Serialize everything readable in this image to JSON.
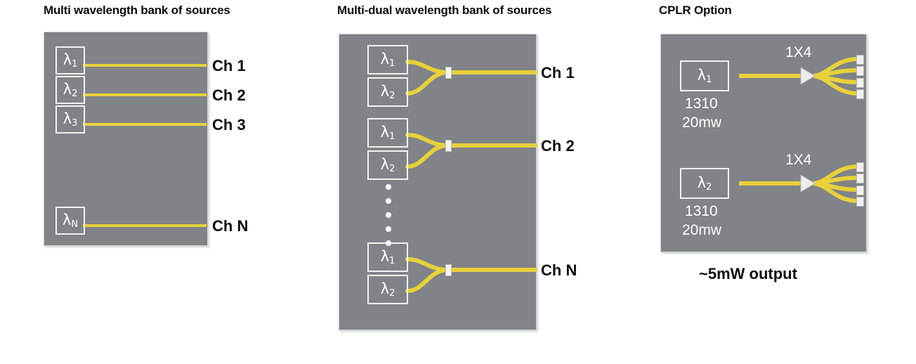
{
  "figure": {
    "background_color": "#ffffff",
    "panel_color": "#808388",
    "fiber_color": "#E8D13A",
    "box_border_color": "#f2f2f2",
    "text_color_dark": "#0b0b0b",
    "text_color_light": "#ffffff"
  },
  "panels": [
    {
      "id": "multi-wavelength",
      "title": "Multi wavelength bank of sources",
      "sources": [
        {
          "lambda": "λ",
          "sub": "1",
          "channel": "Ch 1"
        },
        {
          "lambda": "λ",
          "sub": "2",
          "channel": "Ch 2"
        },
        {
          "lambda": "λ",
          "sub": "3",
          "channel": "Ch 3"
        },
        {
          "lambda": "λ",
          "sub": "N",
          "channel": "Ch N"
        }
      ]
    },
    {
      "id": "multi-dual-wavelength",
      "title": "Multi-dual wavelength bank of sources",
      "groups": [
        {
          "channel": "Ch 1",
          "sources": [
            {
              "lambda": "λ",
              "sub": "1"
            },
            {
              "lambda": "λ",
              "sub": "2"
            }
          ]
        },
        {
          "channel": "Ch 2",
          "sources": [
            {
              "lambda": "λ",
              "sub": "1"
            },
            {
              "lambda": "λ",
              "sub": "2"
            }
          ]
        },
        {
          "channel": "Ch N",
          "sources": [
            {
              "lambda": "λ",
              "sub": "1"
            },
            {
              "lambda": "λ",
              "sub": "2"
            }
          ]
        }
      ],
      "ellipsis_dots": 5
    },
    {
      "id": "cplr-option",
      "title": "CPLR Option",
      "units": [
        {
          "lambda": "λ",
          "sub": "1",
          "wavelength": "1310",
          "power": "20mw",
          "splitter": "1X4",
          "outputs": 4
        },
        {
          "lambda": "λ",
          "sub": "2",
          "wavelength": "1310",
          "power": "20mw",
          "splitter": "1X4",
          "outputs": 4
        }
      ],
      "footnote": "~5mW output"
    }
  ]
}
